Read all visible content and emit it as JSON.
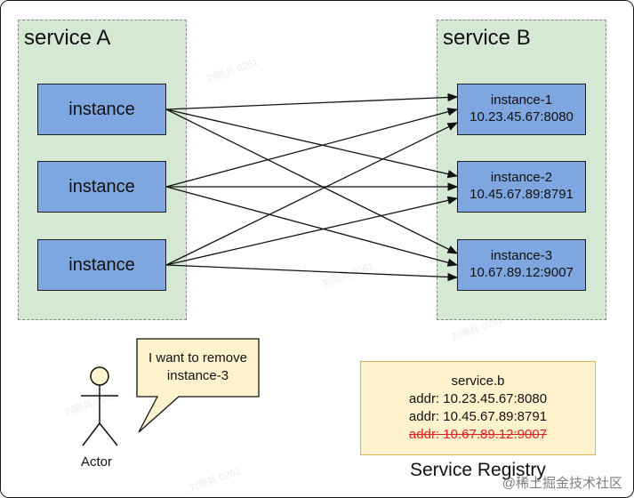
{
  "service_a": {
    "title": "service A",
    "instances": [
      "instance",
      "instance",
      "instance"
    ]
  },
  "service_b": {
    "title": "service B",
    "instances": [
      {
        "name": "instance-1",
        "addr": "10.23.45.67:8080"
      },
      {
        "name": "instance-2",
        "addr": "10.45.67.89:8791"
      },
      {
        "name": "instance-3",
        "addr": "10.67.89.12:9007"
      }
    ]
  },
  "actor": {
    "label": "Actor",
    "speech": [
      "I want to remove",
      "instance-3"
    ]
  },
  "registry": {
    "service": "service.b",
    "entries": [
      {
        "text": "addr: 10.23.45.67:8080",
        "removed": false
      },
      {
        "text": "addr: 10.45.67.89:8791",
        "removed": false
      },
      {
        "text": "addr: 10.67.89.12:9007",
        "removed": true
      }
    ],
    "label": "Service Registry"
  },
  "watermark": {
    "text": "刘晓兵 0261",
    "corner": "@稀土掘金技术社区"
  },
  "colors": {
    "group_fill": "#d5e8d4",
    "instance_fill": "#7ea6e0",
    "callout_fill": "#fff2cc",
    "removed_text": "#e02020"
  }
}
